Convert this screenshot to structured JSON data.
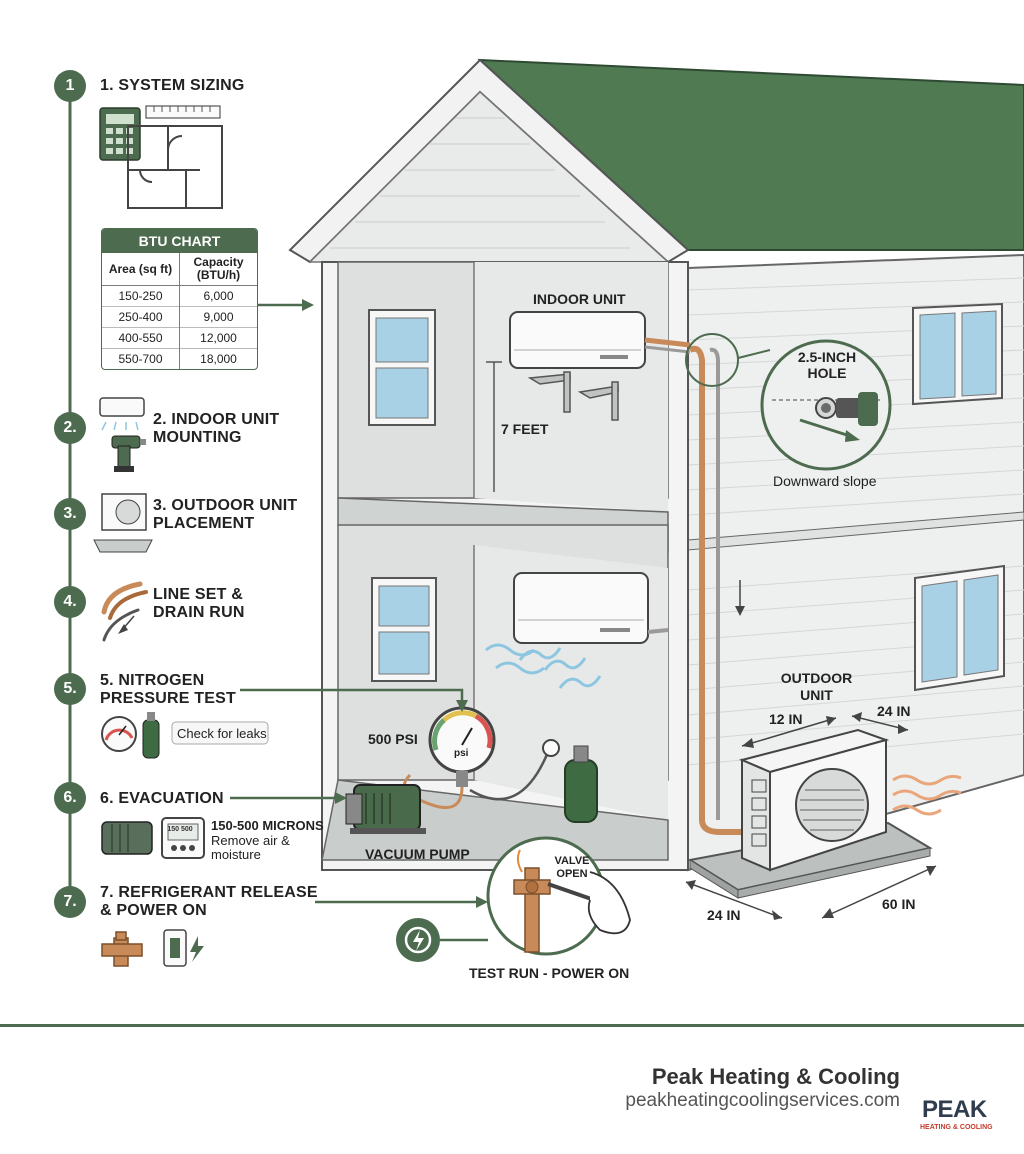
{
  "steps": [
    {
      "num": "1",
      "label": "1. SYSTEM SIZING"
    },
    {
      "num": "2.",
      "label": "2. INDOOR UNIT MOUNTING"
    },
    {
      "num": "3.",
      "label": "3. OUTDOOR UNIT PLACEMENT"
    },
    {
      "num": "4.",
      "label": "LINE SET & DRAIN RUN"
    },
    {
      "num": "5.",
      "label": "5. NITROGEN PRESSURE TEST"
    },
    {
      "num": "6.",
      "label": "6. EVACUATION"
    },
    {
      "num": "7.",
      "label": "7. REFRIGERANT RELEASE & POWER ON"
    }
  ],
  "btu_chart": {
    "title": "BTU CHART",
    "headers": [
      "Area (sq ft)",
      "Capacity (BTU/h)"
    ],
    "rows": [
      [
        "150-250",
        "6,000"
      ],
      [
        "250-400",
        "9,000"
      ],
      [
        "400-550",
        "12,000"
      ],
      [
        "550-700",
        "18,000"
      ]
    ]
  },
  "callouts": {
    "leak_check": "Check for leaks",
    "microns": "150-500 MICRONS",
    "microns_note": "Remove air & moisture",
    "meter_display": "150 500",
    "indoor_unit": "INDOOR UNIT",
    "height": "7 FEET",
    "hole": "2.5-INCH HOLE",
    "slope": "Downward slope",
    "psi": "500 PSI",
    "gauge_unit": "psi",
    "vacuum_pump": "VACUUM PUMP",
    "valve_open": "VALVE OPEN",
    "test_run": "TEST RUN - POWER ON",
    "outdoor_unit": "OUTDOOR UNIT",
    "clear_12": "12 IN",
    "clear_24_top": "24 IN",
    "pad_24": "24 IN",
    "pad_60": "60 IN"
  },
  "footer": {
    "company": "Peak Heating & Cooling",
    "url": "peakheatingcoolingservices.com",
    "logo_text": "PEAK",
    "logo_sub": "HEATING & COOLING"
  },
  "colors": {
    "accent": "#4d6b4f",
    "roof": "#4f7a52",
    "copper": "#c98a5a"
  }
}
